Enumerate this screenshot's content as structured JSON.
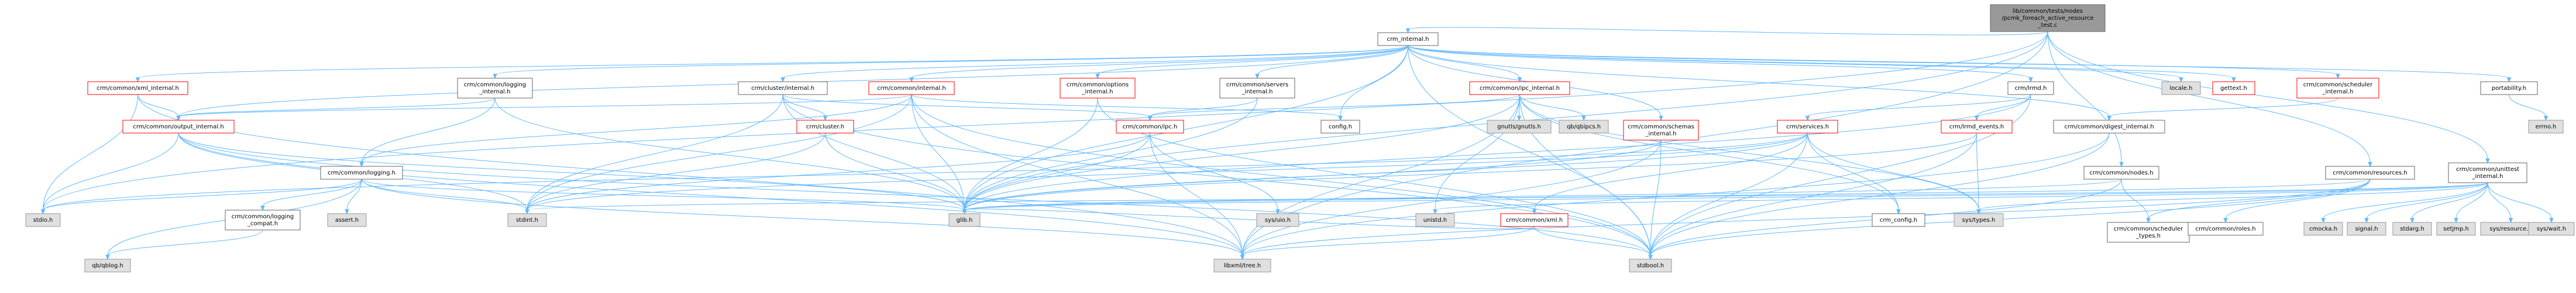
{
  "colors": {
    "edge": "#63b8ff",
    "root_fill": "#999999",
    "root_stroke": "#666666",
    "node_fill": "#ffffff",
    "node_stroke": "#666666",
    "linked_stroke": "#ff0000",
    "external_fill": "#e0e0e0",
    "external_stroke": "#999999",
    "text": "#000000"
  },
  "nodes": [
    {
      "id": "root",
      "kind": "root",
      "label": [
        "lib/common/tests/nodes",
        "/pcmk_foreach_active_resource",
        "_test.c"
      ]
    },
    {
      "id": "crm_internal",
      "kind": "file",
      "label": [
        "crm_internal.h"
      ]
    },
    {
      "id": "xml_internal",
      "kind": "linked",
      "label": [
        "crm/common/xml_internal.h"
      ]
    },
    {
      "id": "logging_internal",
      "kind": "file",
      "label": [
        "crm/common/logging",
        "_internal.h"
      ]
    },
    {
      "id": "cluster_internal",
      "kind": "file",
      "label": [
        "crm/cluster/internal.h"
      ]
    },
    {
      "id": "common_internal",
      "kind": "linked",
      "label": [
        "crm/common/internal.h"
      ]
    },
    {
      "id": "options_internal",
      "kind": "linked",
      "label": [
        "crm/common/options",
        "_internal.h"
      ]
    },
    {
      "id": "servers_internal",
      "kind": "file",
      "label": [
        "crm/common/servers",
        "_internal.h"
      ]
    },
    {
      "id": "ipc_internal",
      "kind": "linked",
      "label": [
        "crm/common/ipc_internal.h"
      ]
    },
    {
      "id": "lrmd",
      "kind": "file",
      "label": [
        "crm/lrmd.h"
      ]
    },
    {
      "id": "locale",
      "kind": "external",
      "label": [
        "locale.h"
      ]
    },
    {
      "id": "gettext",
      "kind": "linked",
      "label": [
        "gettext.h"
      ]
    },
    {
      "id": "scheduler_internal",
      "kind": "linked",
      "label": [
        "crm/common/scheduler",
        "_internal.h"
      ]
    },
    {
      "id": "portability",
      "kind": "file",
      "label": [
        "portability.h"
      ]
    },
    {
      "id": "nodes",
      "kind": "file",
      "label": [
        "crm/common/nodes.h"
      ]
    },
    {
      "id": "resources",
      "kind": "file",
      "label": [
        "crm/common/resources.h"
      ]
    },
    {
      "id": "unittest_internal",
      "kind": "file",
      "label": [
        "crm/common/unittest",
        "_internal.h"
      ]
    },
    {
      "id": "output_internal",
      "kind": "linked",
      "label": [
        "crm/common/output_internal.h"
      ]
    },
    {
      "id": "logging",
      "kind": "file",
      "label": [
        "crm/common/logging.h"
      ]
    },
    {
      "id": "cluster",
      "kind": "linked",
      "label": [
        "crm/cluster.h"
      ]
    },
    {
      "id": "ipc",
      "kind": "linked",
      "label": [
        "crm/common/ipc.h"
      ]
    },
    {
      "id": "config",
      "kind": "file",
      "label": [
        "config.h"
      ]
    },
    {
      "id": "gnutls",
      "kind": "external",
      "label": [
        "gnutls/gnutls.h"
      ]
    },
    {
      "id": "qbipcs",
      "kind": "external",
      "label": [
        "qb/qbipcs.h"
      ]
    },
    {
      "id": "schemas_internal",
      "kind": "linked",
      "label": [
        "crm/common/schemas",
        "_internal.h"
      ]
    },
    {
      "id": "services",
      "kind": "linked",
      "label": [
        "crm/services.h"
      ]
    },
    {
      "id": "lrmd_events",
      "kind": "linked",
      "label": [
        "crm/lrmd_events.h"
      ]
    },
    {
      "id": "digest_internal",
      "kind": "file",
      "label": [
        "crm/common/digest_internal.h"
      ]
    },
    {
      "id": "errno",
      "kind": "external",
      "label": [
        "errno.h"
      ]
    },
    {
      "id": "scheduler_types",
      "kind": "file",
      "label": [
        "crm/common/scheduler",
        "_types.h"
      ]
    },
    {
      "id": "roles",
      "kind": "file",
      "label": [
        "crm/common/roles.h"
      ]
    },
    {
      "id": "cmocka",
      "kind": "external",
      "label": [
        "cmocka.h"
      ]
    },
    {
      "id": "signal",
      "kind": "external",
      "label": [
        "signal.h"
      ]
    },
    {
      "id": "stdarg",
      "kind": "external",
      "label": [
        "stdarg.h"
      ]
    },
    {
      "id": "setjmp",
      "kind": "external",
      "label": [
        "setjmp.h"
      ]
    },
    {
      "id": "sysresource",
      "kind": "external",
      "label": [
        "sys/resource.h"
      ]
    },
    {
      "id": "syswait",
      "kind": "external",
      "label": [
        "sys/wait.h"
      ]
    },
    {
      "id": "stdio",
      "kind": "external",
      "label": [
        "stdio.h"
      ]
    },
    {
      "id": "logging_compat",
      "kind": "file",
      "label": [
        "crm/common/logging",
        "_compat.h"
      ]
    },
    {
      "id": "assert",
      "kind": "external",
      "label": [
        "assert.h"
      ]
    },
    {
      "id": "stdint",
      "kind": "external",
      "label": [
        "stdint.h"
      ]
    },
    {
      "id": "glib",
      "kind": "external",
      "label": [
        "glib.h"
      ]
    },
    {
      "id": "sysuio",
      "kind": "external",
      "label": [
        "sys/uio.h"
      ]
    },
    {
      "id": "unistd",
      "kind": "external",
      "label": [
        "unistd.h"
      ]
    },
    {
      "id": "xml",
      "kind": "linked",
      "label": [
        "crm/common/xml.h"
      ]
    },
    {
      "id": "crm_config",
      "kind": "file",
      "label": [
        "crm_config.h"
      ]
    },
    {
      "id": "systypes",
      "kind": "external",
      "label": [
        "sys/types.h"
      ]
    },
    {
      "id": "qblog",
      "kind": "external",
      "label": [
        "qb/qblog.h"
      ]
    },
    {
      "id": "tree",
      "kind": "external",
      "label": [
        "libxml/tree.h"
      ]
    },
    {
      "id": "stdbool",
      "kind": "external",
      "label": [
        "stdbool.h"
      ]
    }
  ],
  "edges": [
    [
      "root",
      "crm_internal"
    ],
    [
      "root",
      "nodes"
    ],
    [
      "root",
      "resources"
    ],
    [
      "root",
      "unittest_internal"
    ],
    [
      "root",
      "glib"
    ],
    [
      "root",
      "stdio"
    ],
    [
      "root",
      "tree"
    ],
    [
      "crm_internal",
      "xml_internal"
    ],
    [
      "crm_internal",
      "logging_internal"
    ],
    [
      "crm_internal",
      "cluster_internal"
    ],
    [
      "crm_internal",
      "common_internal"
    ],
    [
      "crm_internal",
      "options_internal"
    ],
    [
      "crm_internal",
      "servers_internal"
    ],
    [
      "crm_internal",
      "ipc_internal"
    ],
    [
      "crm_internal",
      "lrmd"
    ],
    [
      "crm_internal",
      "locale"
    ],
    [
      "crm_internal",
      "gettext"
    ],
    [
      "crm_internal",
      "scheduler_internal"
    ],
    [
      "crm_internal",
      "portability"
    ],
    [
      "crm_internal",
      "config"
    ],
    [
      "crm_internal",
      "glib"
    ],
    [
      "crm_internal",
      "output_internal"
    ],
    [
      "crm_internal",
      "digest_internal"
    ],
    [
      "crm_internal",
      "schemas_internal"
    ],
    [
      "crm_internal",
      "stdbool"
    ],
    [
      "xml_internal",
      "output_internal"
    ],
    [
      "xml_internal",
      "stdio"
    ],
    [
      "xml_internal",
      "tree"
    ],
    [
      "logging_internal",
      "logging"
    ],
    [
      "logging_internal",
      "output_internal"
    ],
    [
      "logging_internal",
      "glib"
    ],
    [
      "cluster_internal",
      "cluster"
    ],
    [
      "cluster_internal",
      "ipc"
    ],
    [
      "cluster_internal",
      "stdint"
    ],
    [
      "cluster_internal",
      "glib"
    ],
    [
      "cluster_internal",
      "stdbool"
    ],
    [
      "common_internal",
      "logging"
    ],
    [
      "common_internal",
      "output_internal"
    ],
    [
      "common_internal",
      "config"
    ],
    [
      "common_internal",
      "glib"
    ],
    [
      "common_internal",
      "stdint"
    ],
    [
      "common_internal",
      "stdbool"
    ],
    [
      "common_internal",
      "tree"
    ],
    [
      "options_internal",
      "glib"
    ],
    [
      "options_internal",
      "stdbool"
    ],
    [
      "servers_internal",
      "ipc"
    ],
    [
      "servers_internal",
      "glib"
    ],
    [
      "ipc_internal",
      "gnutls"
    ],
    [
      "ipc_internal",
      "qbipcs"
    ],
    [
      "ipc_internal",
      "ipc"
    ],
    [
      "ipc_internal",
      "glib"
    ],
    [
      "ipc_internal",
      "unistd"
    ],
    [
      "ipc_internal",
      "stdbool"
    ],
    [
      "ipc_internal",
      "tree"
    ],
    [
      "ipc_internal",
      "systypes"
    ],
    [
      "ipc_internal",
      "crm_config"
    ],
    [
      "lrmd",
      "services"
    ],
    [
      "lrmd",
      "lrmd_events"
    ],
    [
      "lrmd",
      "glib"
    ],
    [
      "lrmd",
      "stdbool"
    ],
    [
      "scheduler_internal",
      "digest_internal"
    ],
    [
      "portability",
      "errno"
    ],
    [
      "nodes",
      "scheduler_types"
    ],
    [
      "nodes",
      "glib"
    ],
    [
      "nodes",
      "stdbool"
    ],
    [
      "resources",
      "scheduler_types"
    ],
    [
      "resources",
      "roles"
    ],
    [
      "resources",
      "glib"
    ],
    [
      "resources",
      "stdbool"
    ],
    [
      "resources",
      "tree"
    ],
    [
      "unittest_internal",
      "cmocka"
    ],
    [
      "unittest_internal",
      "signal"
    ],
    [
      "unittest_internal",
      "stdarg"
    ],
    [
      "unittest_internal",
      "setjmp"
    ],
    [
      "unittest_internal",
      "sysresource"
    ],
    [
      "unittest_internal",
      "syswait"
    ],
    [
      "unittest_internal",
      "unistd"
    ],
    [
      "unittest_internal",
      "stdint"
    ],
    [
      "unittest_internal",
      "systypes"
    ],
    [
      "unittest_internal",
      "glib"
    ],
    [
      "output_internal",
      "tree"
    ],
    [
      "output_internal",
      "glib"
    ],
    [
      "output_internal",
      "stdio"
    ],
    [
      "output_internal",
      "stdbool"
    ],
    [
      "output_internal",
      "stdint"
    ],
    [
      "logging",
      "logging_compat"
    ],
    [
      "logging",
      "assert"
    ],
    [
      "logging",
      "stdio"
    ],
    [
      "logging",
      "stdint"
    ],
    [
      "logging",
      "glib"
    ],
    [
      "logging",
      "qblog"
    ],
    [
      "logging",
      "tree"
    ],
    [
      "logging_compat",
      "qblog"
    ],
    [
      "cluster",
      "stdint"
    ],
    [
      "cluster",
      "glib"
    ],
    [
      "ipc",
      "sysuio"
    ],
    [
      "ipc",
      "stdint"
    ],
    [
      "ipc",
      "glib"
    ],
    [
      "ipc",
      "tree"
    ],
    [
      "schemas_internal",
      "glib"
    ],
    [
      "schemas_internal",
      "stdbool"
    ],
    [
      "schemas_internal",
      "tree"
    ],
    [
      "services",
      "glib"
    ],
    [
      "services",
      "stdio"
    ],
    [
      "services",
      "stdint"
    ],
    [
      "services",
      "stdbool"
    ],
    [
      "services",
      "systypes"
    ],
    [
      "services",
      "crm_config"
    ],
    [
      "services",
      "xml"
    ],
    [
      "lrmd_events",
      "glib"
    ],
    [
      "lrmd_events",
      "stdbool"
    ],
    [
      "lrmd_events",
      "systypes"
    ],
    [
      "digest_internal",
      "stdbool"
    ],
    [
      "digest_internal",
      "tree"
    ],
    [
      "xml",
      "tree"
    ],
    [
      "xml",
      "glib"
    ],
    [
      "xml",
      "stdbool"
    ]
  ]
}
